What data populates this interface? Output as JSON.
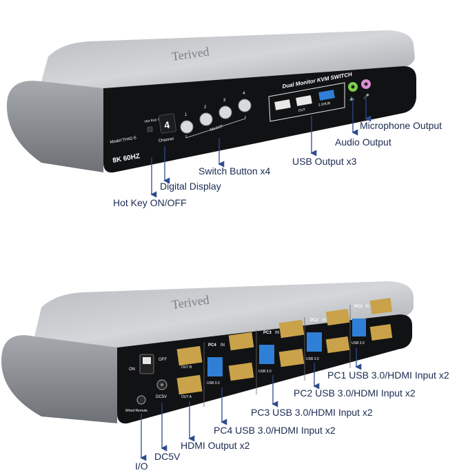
{
  "front": {
    "brand": "Terived",
    "model": "Model:TH42-S",
    "resolution": "8K 60HZ",
    "hotkey_mark": "Hot Key on/off",
    "channel_label": "Channel",
    "display_digit": "4",
    "product_tag": "Dual Monitor KVM SWITCH",
    "select_label": "SELECT",
    "buttons": [
      "1",
      "2",
      "3",
      "4"
    ],
    "hub_label": "2.0HUB",
    "out_label": "OUT"
  },
  "rear": {
    "brand": "Terived",
    "on_label": "ON",
    "off_label": "OFF",
    "dc_label": "DC5V",
    "remote_label": "Wired Remote",
    "out_a": "OUT A",
    "out_b": "OUT B",
    "usb30": "USB 3.0",
    "pc_labels": [
      "PC4",
      "PC3",
      "PC2",
      "PC1"
    ],
    "in_label": "IN",
    "port_b": "B",
    "port_a": "A"
  },
  "callouts": {
    "microphone": "Microphone Output",
    "audio": "Audio Output",
    "usb_output": "USB Output x3",
    "switch_button": "Switch Button x4",
    "digital_display": "Digital Display",
    "hotkey": "Hot Key ON/OFF",
    "pc1": "PC1 USB 3.0/HDMI Input x2",
    "pc2": "PC2 USB 3.0/HDMI Input x2",
    "pc3": "PC3 USB 3.0/HDMI Input x2",
    "pc4": "PC4 USB 3.0/HDMI Input x2",
    "hdmi_output": "HDMI Output x2",
    "dc5v": "DC5V",
    "io": "I/O"
  },
  "colors": {
    "body_top": "#bfc1c4",
    "body_side": "#8e9196",
    "panel": "#111214",
    "usb3_blue": "#2f7fd6",
    "hdmi_gold": "#c9a24a",
    "jack_green": "#7ccf4a",
    "jack_pink": "#d98fd0",
    "arrow": "#2d4b8c"
  }
}
